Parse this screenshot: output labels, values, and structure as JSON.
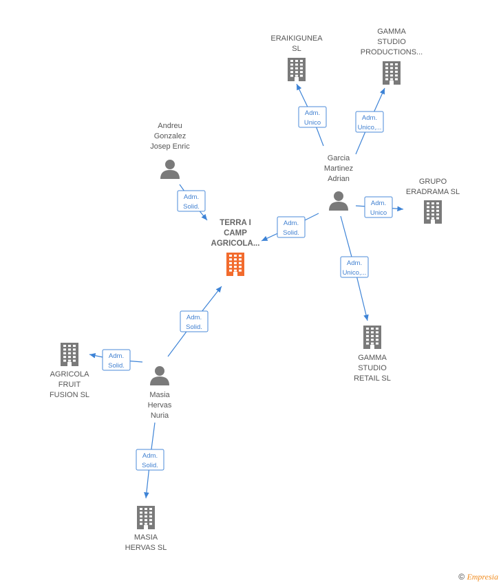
{
  "colors": {
    "edge": "#3d83d6",
    "company": "#7a7a7a",
    "main_company": "#f26b2d",
    "person": "#7a7a7a"
  },
  "nodes": [
    {
      "id": "terra",
      "type": "company",
      "main": true,
      "lines": [
        "TERRA I",
        "CAMP",
        "AGRICOLA..."
      ]
    },
    {
      "id": "eraikigunea",
      "type": "company",
      "lines": [
        "ERAIKIGUNEA",
        "SL"
      ]
    },
    {
      "id": "gamma_prod",
      "type": "company",
      "lines": [
        "GAMMA",
        "STUDIO",
        "PRODUCTIONS..."
      ]
    },
    {
      "id": "grupo",
      "type": "company",
      "lines": [
        "GRUPO",
        "ERADRAMA  SL"
      ]
    },
    {
      "id": "gamma_retail",
      "type": "company",
      "lines": [
        "GAMMA",
        "STUDIO",
        "RETAIL  SL"
      ]
    },
    {
      "id": "agricola",
      "type": "company",
      "lines": [
        "AGRICOLA",
        "FRUIT",
        "FUSION  SL"
      ]
    },
    {
      "id": "masia_sl",
      "type": "company",
      "lines": [
        "MASIA",
        "HERVAS  SL"
      ]
    },
    {
      "id": "andreu",
      "type": "person",
      "lines": [
        "Andreu",
        "Gonzalez",
        "Josep Enric"
      ]
    },
    {
      "id": "garcia",
      "type": "person",
      "lines": [
        "Garcia",
        "Martinez",
        "Adrian"
      ]
    },
    {
      "id": "masia_nuria",
      "type": "person",
      "lines": [
        "Masia",
        "Hervas",
        "Nuria"
      ]
    }
  ],
  "edges": [
    {
      "from": "garcia",
      "to": "eraikigunea",
      "lines": [
        "Adm.",
        "Unico"
      ]
    },
    {
      "from": "garcia",
      "to": "gamma_prod",
      "lines": [
        "Adm.",
        "Unico,..."
      ]
    },
    {
      "from": "garcia",
      "to": "grupo",
      "lines": [
        "Adm.",
        "Unico"
      ]
    },
    {
      "from": "garcia",
      "to": "gamma_retail",
      "lines": [
        "Adm.",
        "Unico,..."
      ]
    },
    {
      "from": "garcia",
      "to": "terra",
      "lines": [
        "Adm.",
        "Solid."
      ]
    },
    {
      "from": "andreu",
      "to": "terra",
      "lines": [
        "Adm.",
        "Solid."
      ]
    },
    {
      "from": "masia_nuria",
      "to": "terra",
      "lines": [
        "Adm.",
        "Solid."
      ]
    },
    {
      "from": "masia_nuria",
      "to": "agricola",
      "lines": [
        "Adm.",
        "Solid."
      ]
    },
    {
      "from": "masia_nuria",
      "to": "masia_sl",
      "lines": [
        "Adm.",
        "Solid."
      ]
    }
  ],
  "footer": {
    "copyright": "©",
    "brand": "Empresia"
  }
}
